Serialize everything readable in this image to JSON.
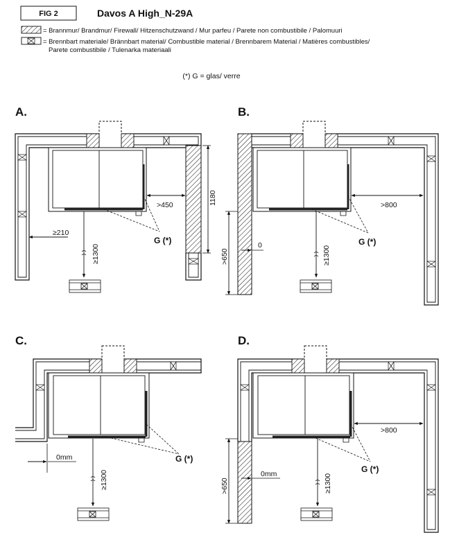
{
  "header": {
    "fig": "FIG 2",
    "title": "Davos A High_N-29A"
  },
  "legend": {
    "firewall": "= Brannmur/ Brandmur/ Firewall/ Hitzenschutzwand / Mur parfeu / Parete non combustibile / Palomuuri",
    "combustible_line1": "= Brennbart materiale/ Brännbart material/ Combustible material / Brennbarem Material / Matières combustibles/",
    "combustible_line2": "Parete combustibile / Tulenarka materiaali",
    "glass_note": "(*) G = glas/ verre"
  },
  "panels": {
    "a": {
      "letter": "A.",
      "dim_side": ">450",
      "dim_height": "1180",
      "dim_back": "≥210",
      "dim_front": "≥1300",
      "glass": "G (*)"
    },
    "b": {
      "letter": "B.",
      "dim_side": ">800",
      "dim_firewall": ">650",
      "dim_zero": "0",
      "dim_front": "≥1300",
      "glass": "G (*)"
    },
    "c": {
      "letter": "C.",
      "dim_back": "0mm",
      "dim_front": "≥1300",
      "glass": "G (*)"
    },
    "d": {
      "letter": "D.",
      "dim_side": ">800",
      "dim_firewall": ">650",
      "dim_zero": "0mm",
      "dim_front": "≥1300",
      "glass": "G (*)"
    }
  }
}
